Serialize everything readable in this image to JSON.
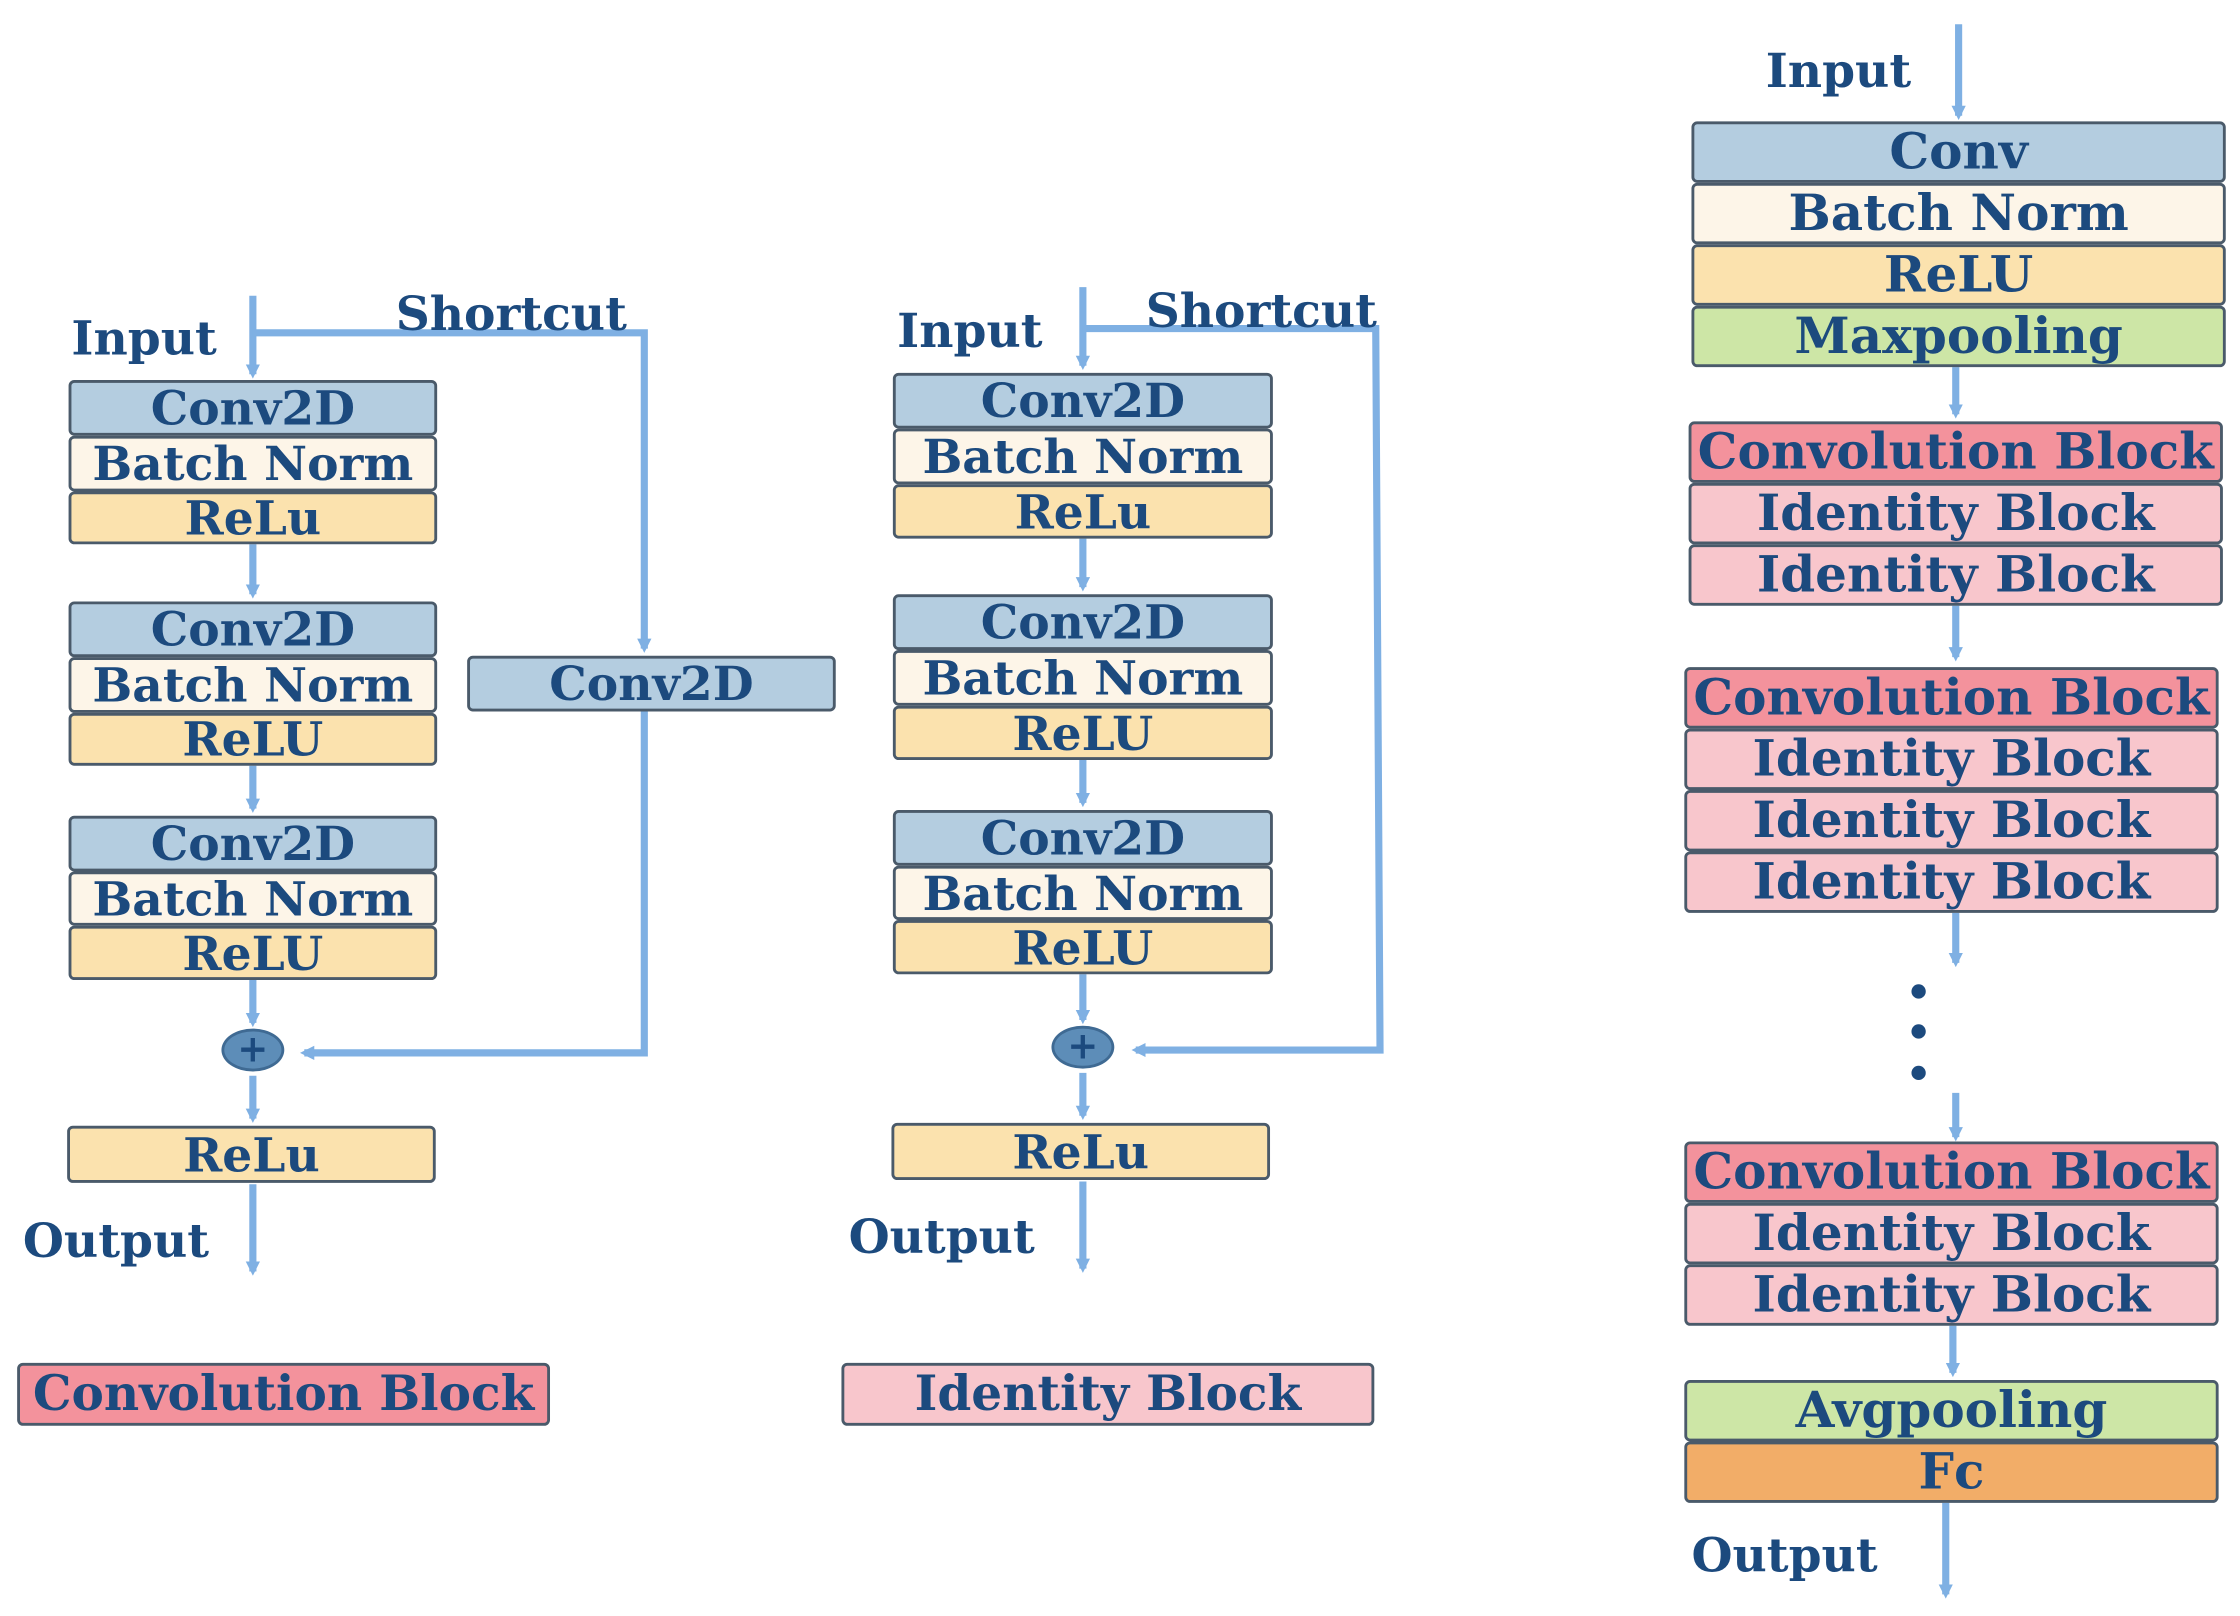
{
  "colors": {
    "arrow": "#7fb0e3",
    "text": "#1c4a7e",
    "conv": "#b4cde0",
    "batch_norm": "#fdf5e8",
    "relu": "#fbe2ae",
    "pooling": "#cde6a6",
    "convolution_block": "#f3929c",
    "identity_block": "#f8c6cc",
    "fc": "#f2ad68"
  },
  "conv_block": {
    "input_label": "Input",
    "shortcut_label": "Shortcut",
    "groups": [
      [
        "Conv2D",
        "Batch Norm",
        "ReLu"
      ],
      [
        "Conv2D",
        "Batch Norm",
        "ReLU"
      ],
      [
        "Conv2D",
        "Batch Norm",
        "ReLU"
      ]
    ],
    "shortcut_conv": "Conv2D",
    "add_symbol": "+",
    "final_relu": "ReLu",
    "output_label": "Output",
    "caption": "Convolution Block"
  },
  "identity_block": {
    "input_label": "Input",
    "shortcut_label": "Shortcut",
    "groups": [
      [
        "Conv2D",
        "Batch Norm",
        "ReLu"
      ],
      [
        "Conv2D",
        "Batch Norm",
        "ReLU"
      ],
      [
        "Conv2D",
        "Batch Norm",
        "ReLU"
      ]
    ],
    "add_symbol": "+",
    "final_relu": "ReLu",
    "output_label": "Output",
    "caption": "Identity Block"
  },
  "network": {
    "input_label": "Input",
    "stem": [
      "Conv",
      "Batch Norm",
      "ReLU",
      "Maxpooling"
    ],
    "stage1": [
      "Convolution Block",
      "Identity Block",
      "Identity Block"
    ],
    "stage2": [
      "Convolution Block",
      "Identity Block",
      "Identity Block",
      "Identity Block"
    ],
    "stage_last": [
      "Convolution Block",
      "Identity Block",
      "Identity Block"
    ],
    "head": [
      "Avgpooling",
      "Fc"
    ],
    "output_label": "Output"
  }
}
